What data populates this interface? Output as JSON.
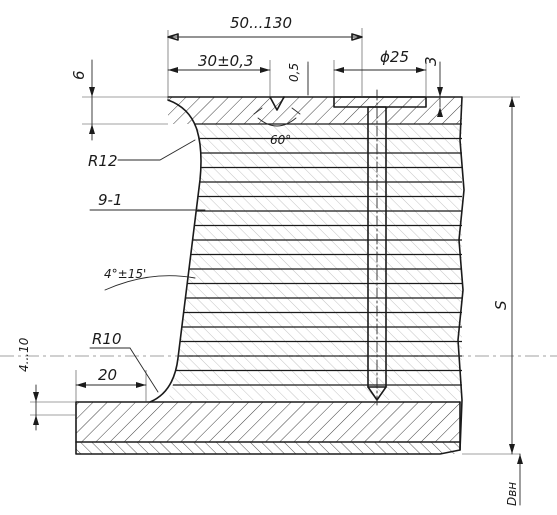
{
  "drawing": {
    "dimensions": {
      "overall_width": "50...130",
      "offset": "30±0,3",
      "depth": "0,5",
      "hole_diameter": "ϕ25",
      "head_height": "3",
      "top_thickness": "6",
      "fillet_upper": "R12",
      "offset_small": "9-1",
      "taper": "4°±15'",
      "fillet_lower": "R10",
      "bottom_width": "20",
      "bottom_gap": "4...10",
      "angle": "60°",
      "side_s": "S",
      "inner_diameter": "Dвн"
    }
  }
}
